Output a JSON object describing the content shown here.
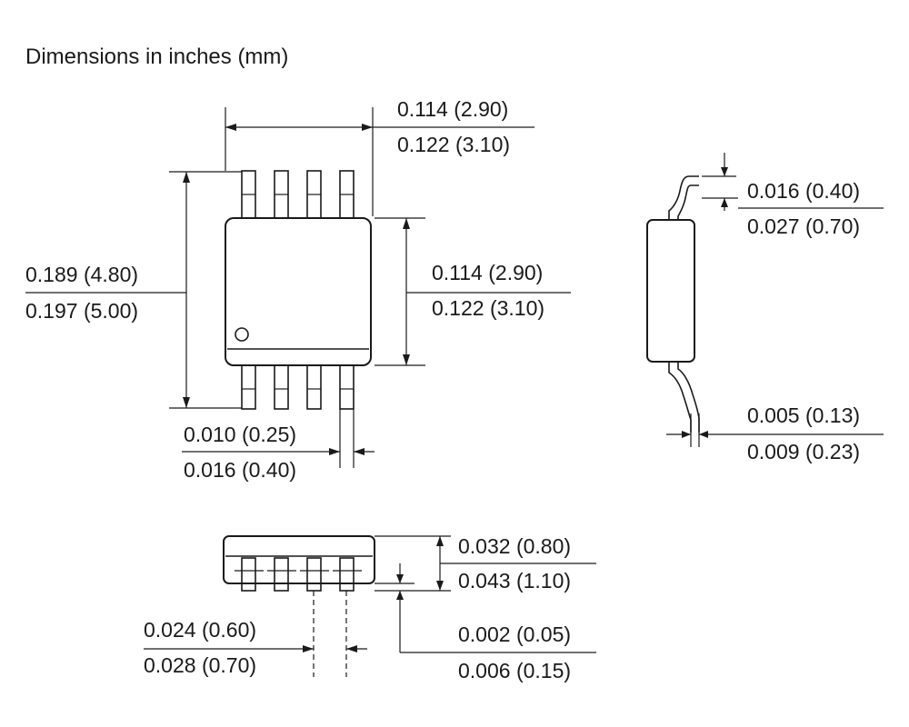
{
  "title": "Dimensions in inches (mm)",
  "top_view": {
    "width_dim": {
      "min": "0.114 (2.90)",
      "max": "0.122 (3.10)"
    },
    "overall_height_dim": {
      "min": "0.189 (4.80)",
      "max": "0.197 (5.00)"
    },
    "body_height_dim": {
      "min": "0.114 (2.90)",
      "max": "0.122 (3.10)"
    },
    "lead_width_dim": {
      "min": "0.010 (0.25)",
      "max": "0.016 (0.40)"
    }
  },
  "side_view": {
    "foot_length_dim": {
      "min": "0.016 (0.40)",
      "max": "0.027 (0.70)"
    },
    "lead_thickness_dim": {
      "min": "0.005 (0.13)",
      "max": "0.009 (0.23)"
    }
  },
  "front_view": {
    "height_dim": {
      "min": "0.032 (0.80)",
      "max": "0.043 (1.10)"
    },
    "pitch_dim": {
      "min": "0.024 (0.60)",
      "max": "0.028 (0.70)"
    },
    "standoff_dim": {
      "min": "0.002 (0.05)",
      "max": "0.006 (0.15)"
    }
  }
}
